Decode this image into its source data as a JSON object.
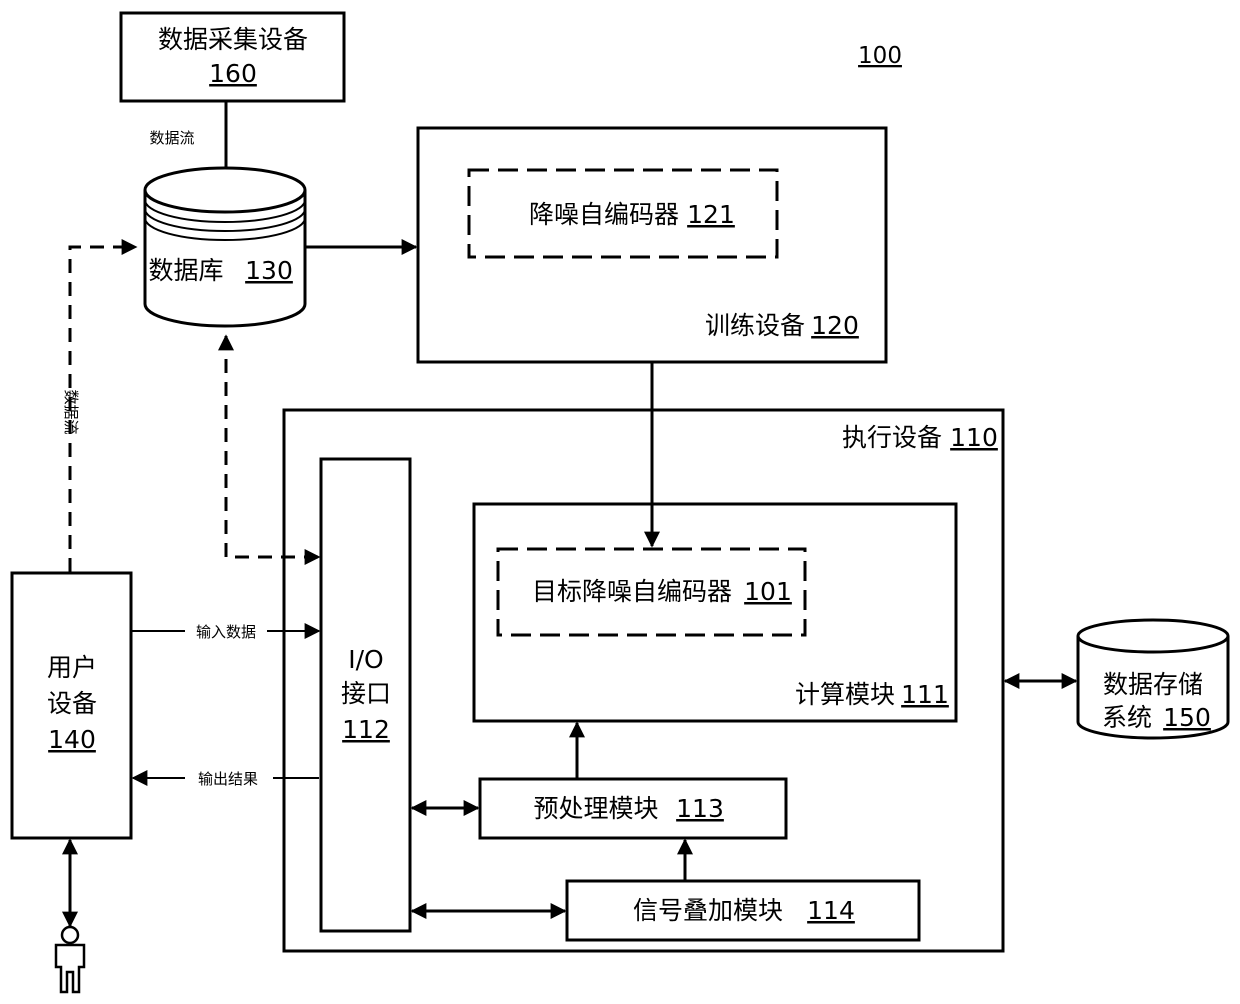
{
  "figure_ref": "100",
  "data_collection": {
    "name": "数据采集设备",
    "ref": "160"
  },
  "database": {
    "name": "数据库",
    "ref": "130"
  },
  "training": {
    "name": "训练设备",
    "ref": "120"
  },
  "denoise_ae": {
    "name": "降噪自编码器",
    "ref": "121"
  },
  "execution": {
    "name": "执行设备",
    "ref": "110"
  },
  "compute": {
    "name": "计算模块",
    "ref": "111"
  },
  "target_ae": {
    "name": "目标降噪自编码器",
    "ref": "101"
  },
  "io": {
    "line1": "I/O",
    "line2": "接口",
    "ref": "112"
  },
  "preprocess": {
    "name": "预处理模块",
    "ref": "113"
  },
  "signal": {
    "name": "信号叠加模块",
    "ref": "114"
  },
  "user": {
    "line1": "用户",
    "line2": "设备",
    "ref": "140"
  },
  "storage": {
    "line1": "数据存储",
    "line2": "系统",
    "ref": "150"
  },
  "flow_labels": {
    "data_flow_top": "数据流",
    "data_flow_side": "数据流",
    "input_data": "输入数据",
    "output_result": "输出结果"
  },
  "icons": [
    "person-icon",
    "database-cylinder-icon",
    "storage-cylinder-icon"
  ]
}
